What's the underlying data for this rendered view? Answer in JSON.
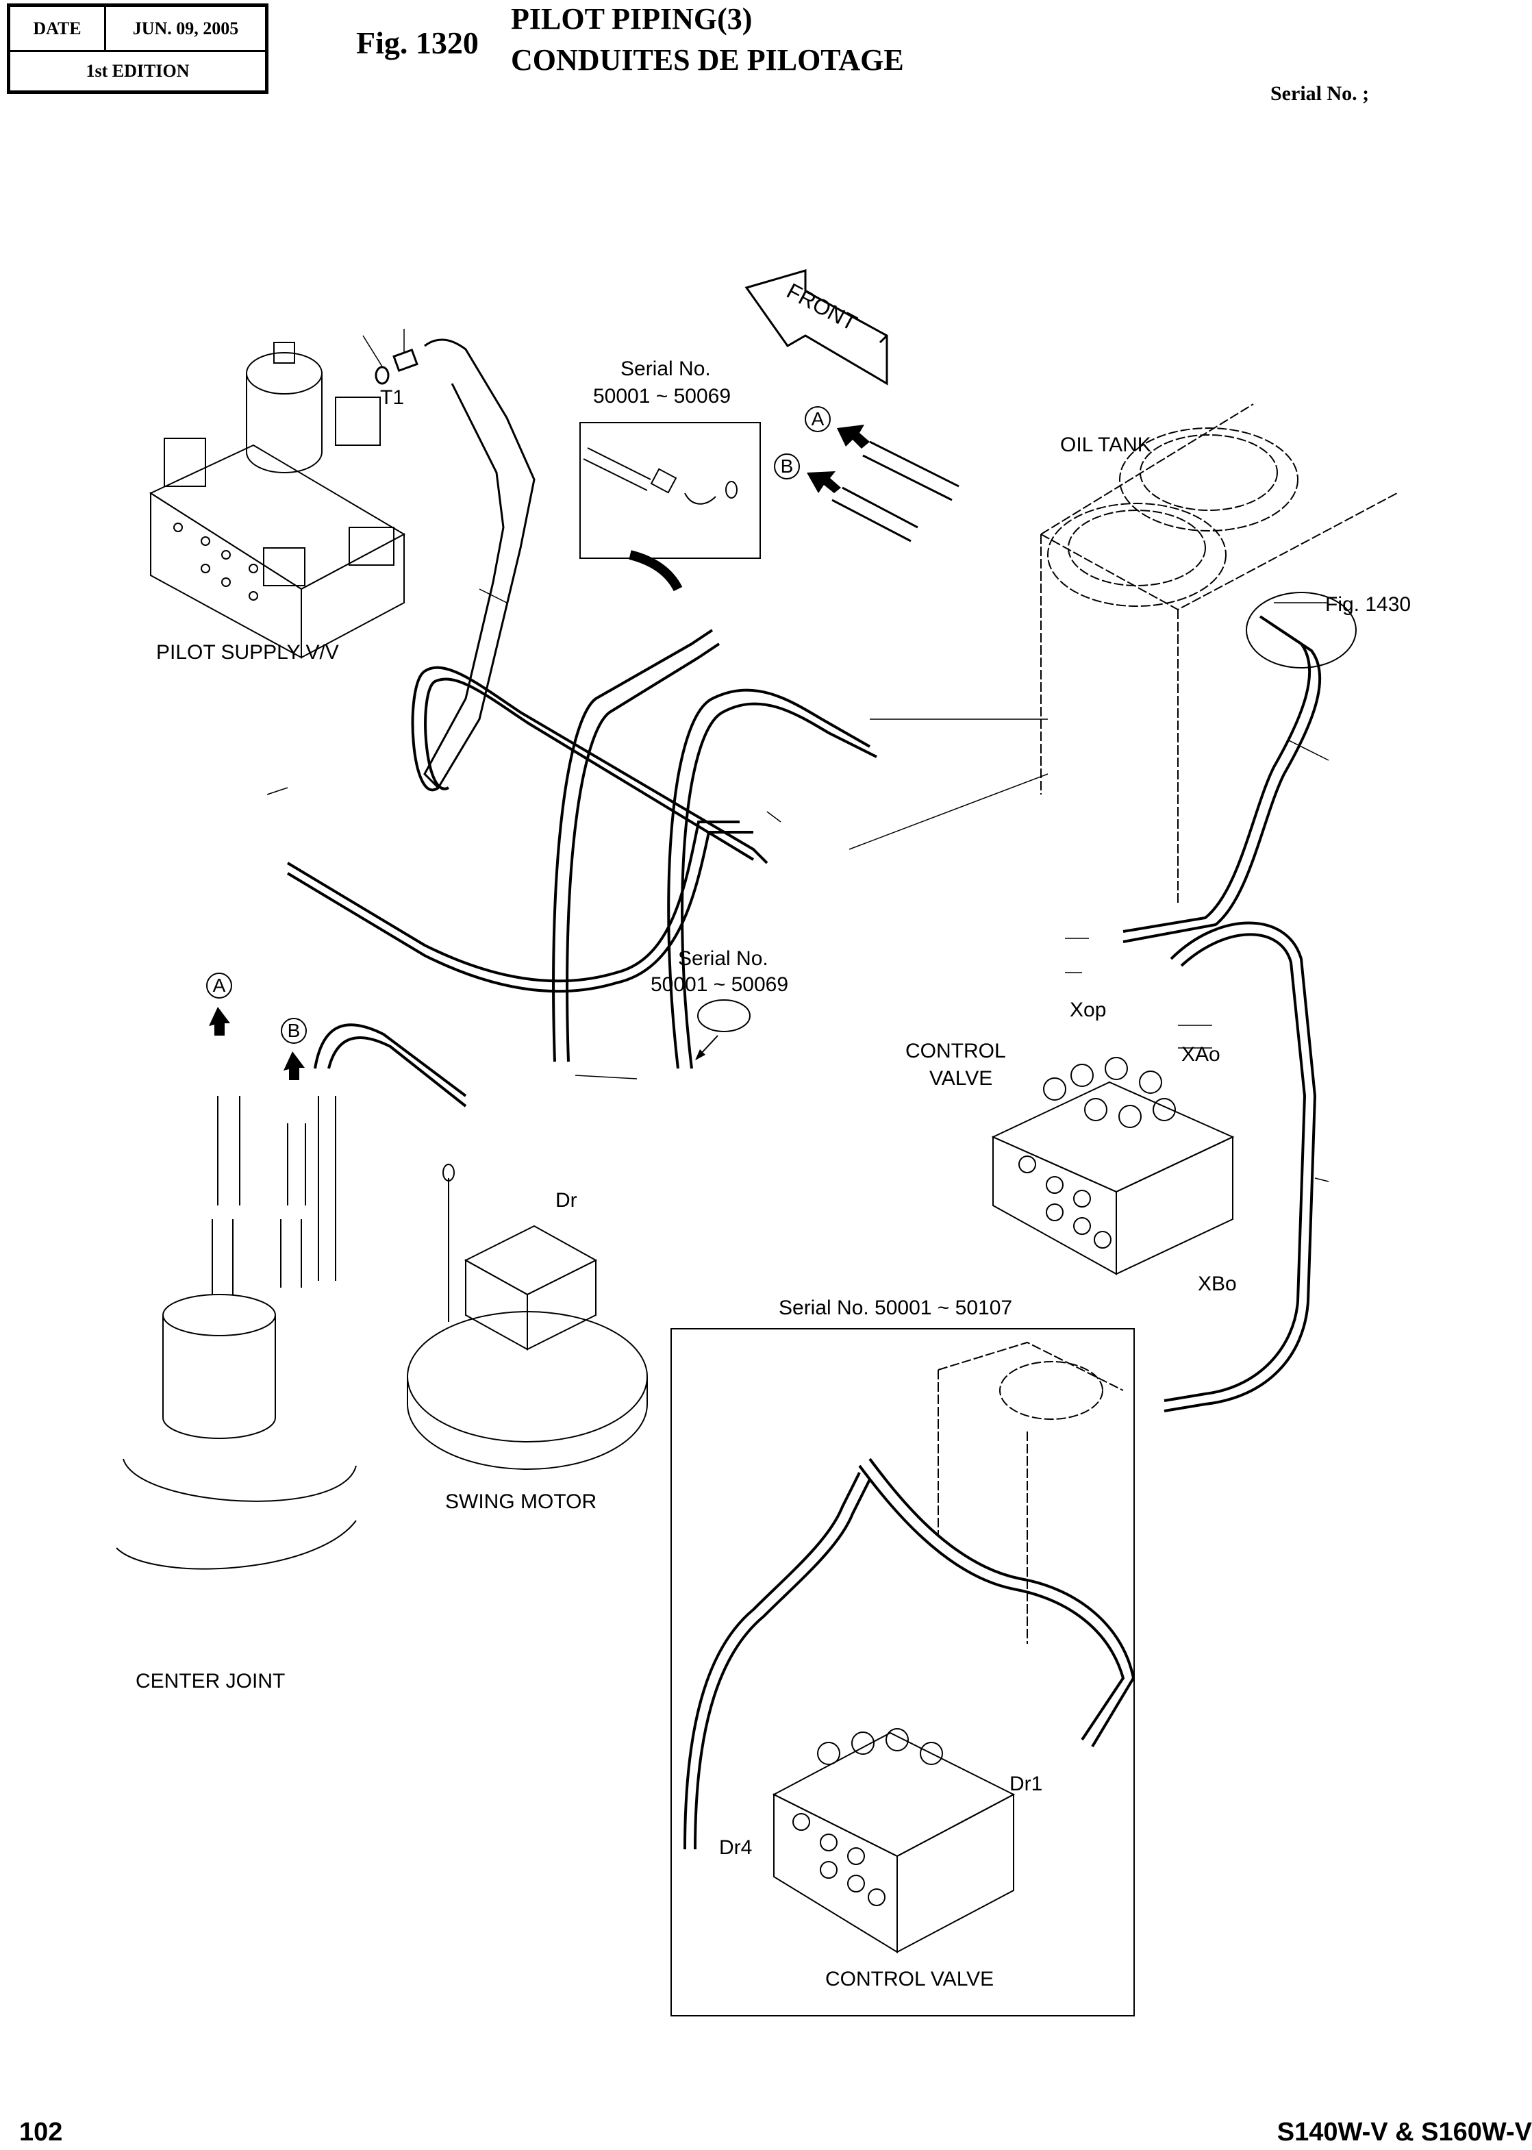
{
  "header": {
    "date_label": "DATE",
    "date_value": "JUN. 09, 2005",
    "edition": "1st EDITION",
    "figure_number": "Fig. 1320",
    "title_en": "PILOT PIPING(3)",
    "title_fr": "CONDUITES DE PILOTAGE",
    "serial_label": "Serial No. ;"
  },
  "diagram": {
    "front_arrow": "FRONT",
    "components": {
      "pilot_supply": "PILOT SUPPLY V/V",
      "oil_tank": "OIL TANK",
      "control_valve_main": "CONTROL\nVALVE",
      "control_valve_main_line1": "CONTROL",
      "control_valve_main_line2": "VALVE",
      "swing_motor": "SWING MOTOR",
      "center_joint": "CENTER JOINT",
      "control_valve_inset": "CONTROL VALVE"
    },
    "ports": {
      "t1": "T1",
      "xop": "Xop",
      "xao": "XAo",
      "xbo": "XBo",
      "dr": "Dr",
      "dr1": "Dr1",
      "dr4": "Dr4"
    },
    "references": {
      "fig_1430": "Fig. 1430"
    },
    "serial_notes": {
      "inset_top_line1": "Serial No.",
      "inset_top_line2": "50001 ~ 50069",
      "mid_line1": "Serial No.",
      "mid_line2": "50001 ~ 50069",
      "inset_bottom": "Serial No. 50001 ~ 50107"
    },
    "connection_markers": {
      "a": "A",
      "b": "B"
    }
  },
  "footer": {
    "page_number": "102",
    "model": "S140W-V & S160W-V"
  }
}
